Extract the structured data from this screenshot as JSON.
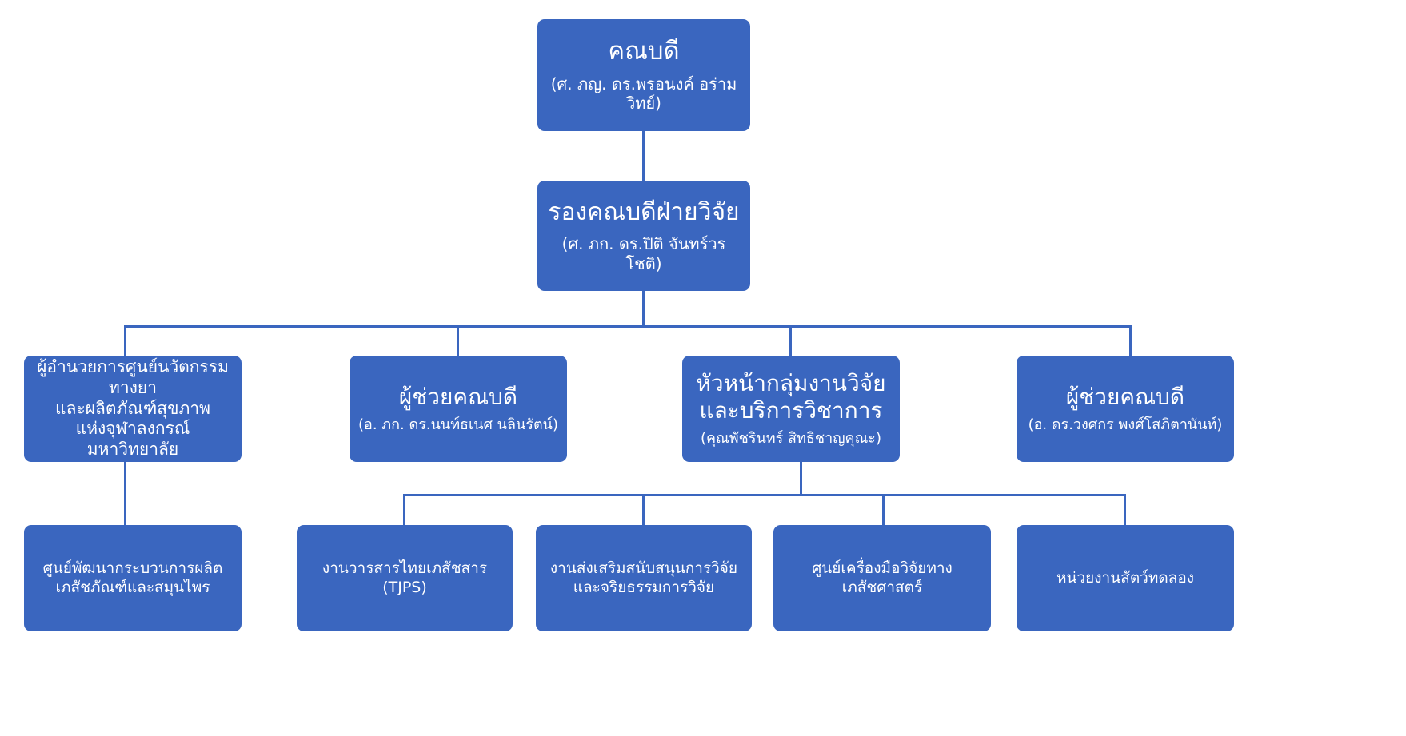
{
  "meta": {
    "accent_color": "#3A66BF",
    "background_color": "#FFFFFF",
    "text_color": "#FFFFFF"
  },
  "org_chart": {
    "type": "organization-hierarchy",
    "levels": 4,
    "nodes": {
      "dean": {
        "title": "คณบดี",
        "subtitle": "(ศ. ภญ. ดร.พรอนงค์ อร่ามวิทย์)"
      },
      "associate_dean_research": {
        "title": "รองคณบดีฝ่ายวิจัย",
        "subtitle": "(ศ. ภก. ดร.ปิติ จันทร์วรโชติ)"
      },
      "director_drug_innovation": {
        "title": "ผู้อำนวยการศูนย์นวัตกรรมทางยา\nและผลิตภัณฑ์สุขภาพ\nแห่งจุฬาลงกรณ์มหาวิทยาลัย",
        "subtitle": ""
      },
      "assistant_dean_1": {
        "title": "ผู้ช่วยคณบดี",
        "subtitle": "(อ. ภก. ดร.นนท์ธเนศ นลินรัตน์)"
      },
      "head_research_group": {
        "title": "หัวหน้ากลุ่มงานวิจัย\nและบริการวิชาการ",
        "subtitle": "(คุณพัชรินทร์ สิทธิชาญคุณะ)"
      },
      "assistant_dean_2": {
        "title": "ผู้ช่วยคณบดี",
        "subtitle": "(อ. ดร.วงศกร พงศ์โสภิตานันท์)"
      },
      "unit_production_development": {
        "title": "ศูนย์พัฒนากระบวนการผลิต\nเภสัชภัณฑ์และสมุนไพร",
        "subtitle": ""
      },
      "unit_journal_tjps": {
        "title": "งานวารสารไทยเภสัชสาร (TJPS)",
        "subtitle": ""
      },
      "unit_research_promotion": {
        "title": "งานส่งเสริมสนับสนุนการวิจัย\nและจริยธรรมการวิจัย",
        "subtitle": ""
      },
      "unit_research_instrument_center": {
        "title": "ศูนย์เครื่องมือวิจัยทางเภสัชศาสตร์",
        "subtitle": ""
      },
      "unit_laboratory_animal": {
        "title": "หน่วยงานสัตว์ทดลอง",
        "subtitle": ""
      }
    }
  }
}
